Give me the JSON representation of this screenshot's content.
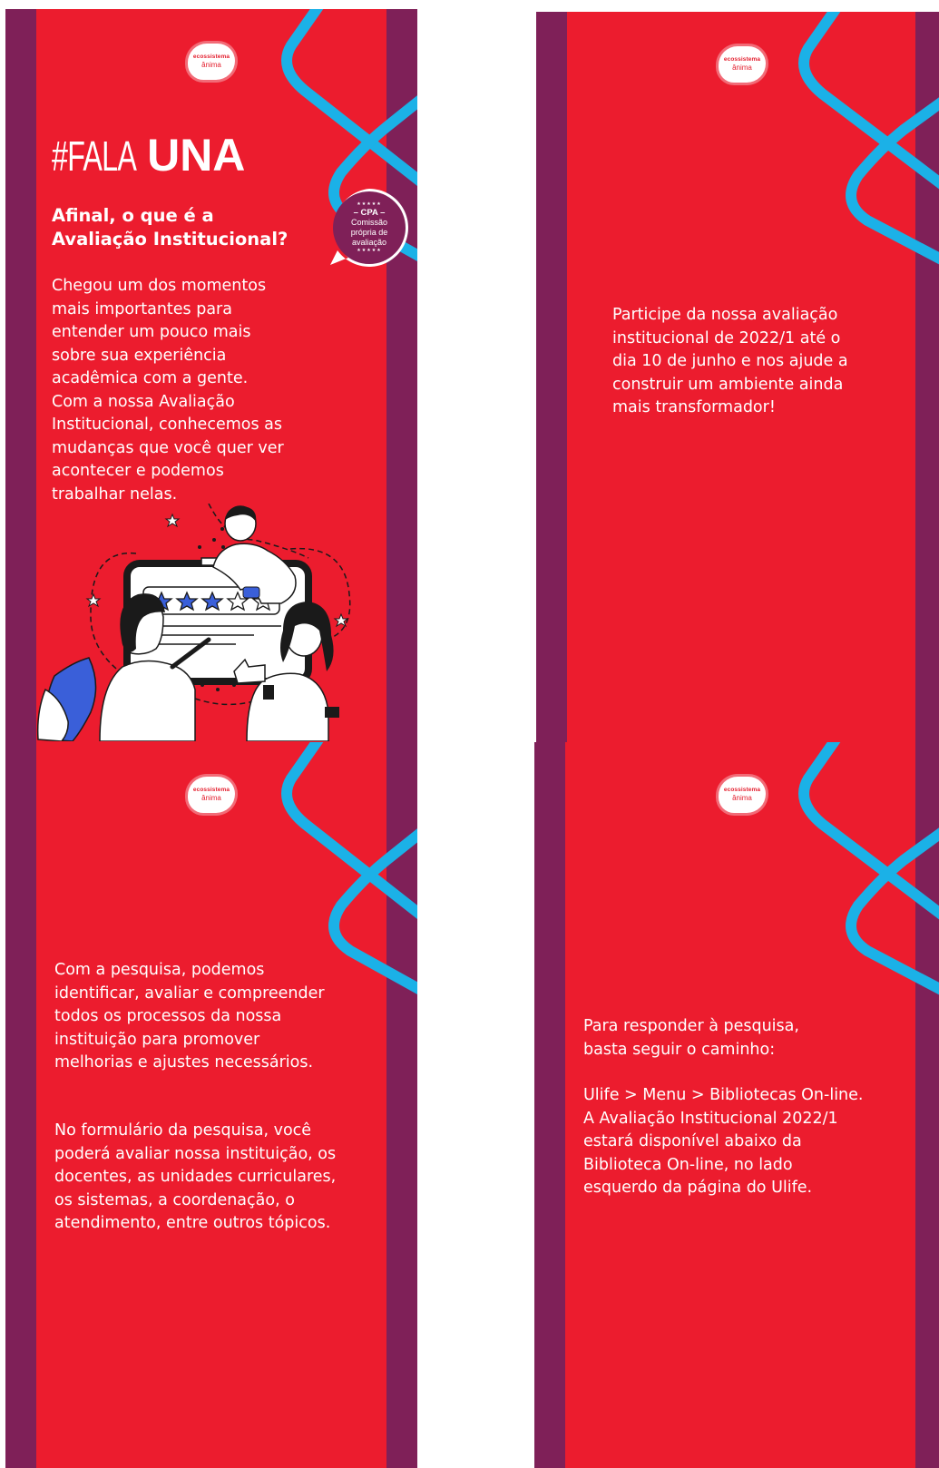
{
  "logo": {
    "line1": "ecossistema",
    "line2": "ânima"
  },
  "panel1": {
    "hashtag_prefix": "#FALA",
    "hashtag_bold": "UNA",
    "headline": "Afinal, o que é a\nAvaliação Institucional?",
    "badge": {
      "stars": "★★★★★",
      "title": "– CPA –",
      "subtitle": "Comissão\nprópria de\navaliação"
    },
    "body": "Chegou um dos momentos\nmais importantes para\nentender um pouco mais\nsobre sua experiência\nacadêmica com a gente.\nCom a nossa Avaliação\nInstitucional, conhecemos as\nmudanças que você quer ver\nacontecer e podemos\ntrabalhar nelas.",
    "illustration": "survey-rating-illustration",
    "rating_stars": 3,
    "rating_max": 5
  },
  "panel2": {
    "body": "Participe da nossa avaliação\ninstitucional de 2022/1 até o\ndia 10 de junho e nos ajude a\nconstruir um ambiente ainda\nmais transformador!"
  },
  "panel3": {
    "body1": "Com a pesquisa, podemos\nidentificar, avaliar e compreender\ntodos os processos da nossa\ninstituição para promover\nmelhorias e ajustes necessários.",
    "body2": "No formulário da pesquisa, você\npoderá avaliar nossa instituição, os\ndocentes, as unidades curriculares,\nos sistemas, a coordenação, o\natendimento, entre outros tópicos."
  },
  "panel4": {
    "body1": "Para responder à pesquisa,\nbasta seguir o caminho:",
    "body2": "Ulife > Menu > Bibliotecas On-line.\nA Avaliação Institucional 2022/1\nestará disponível abaixo da\nBiblioteca On-line, no lado\nesquerdo da página do Ulife."
  },
  "colors": {
    "red": "#ec1c2e",
    "purple": "#7f2058",
    "cyan": "#1bb1e7",
    "white": "#ffffff"
  }
}
